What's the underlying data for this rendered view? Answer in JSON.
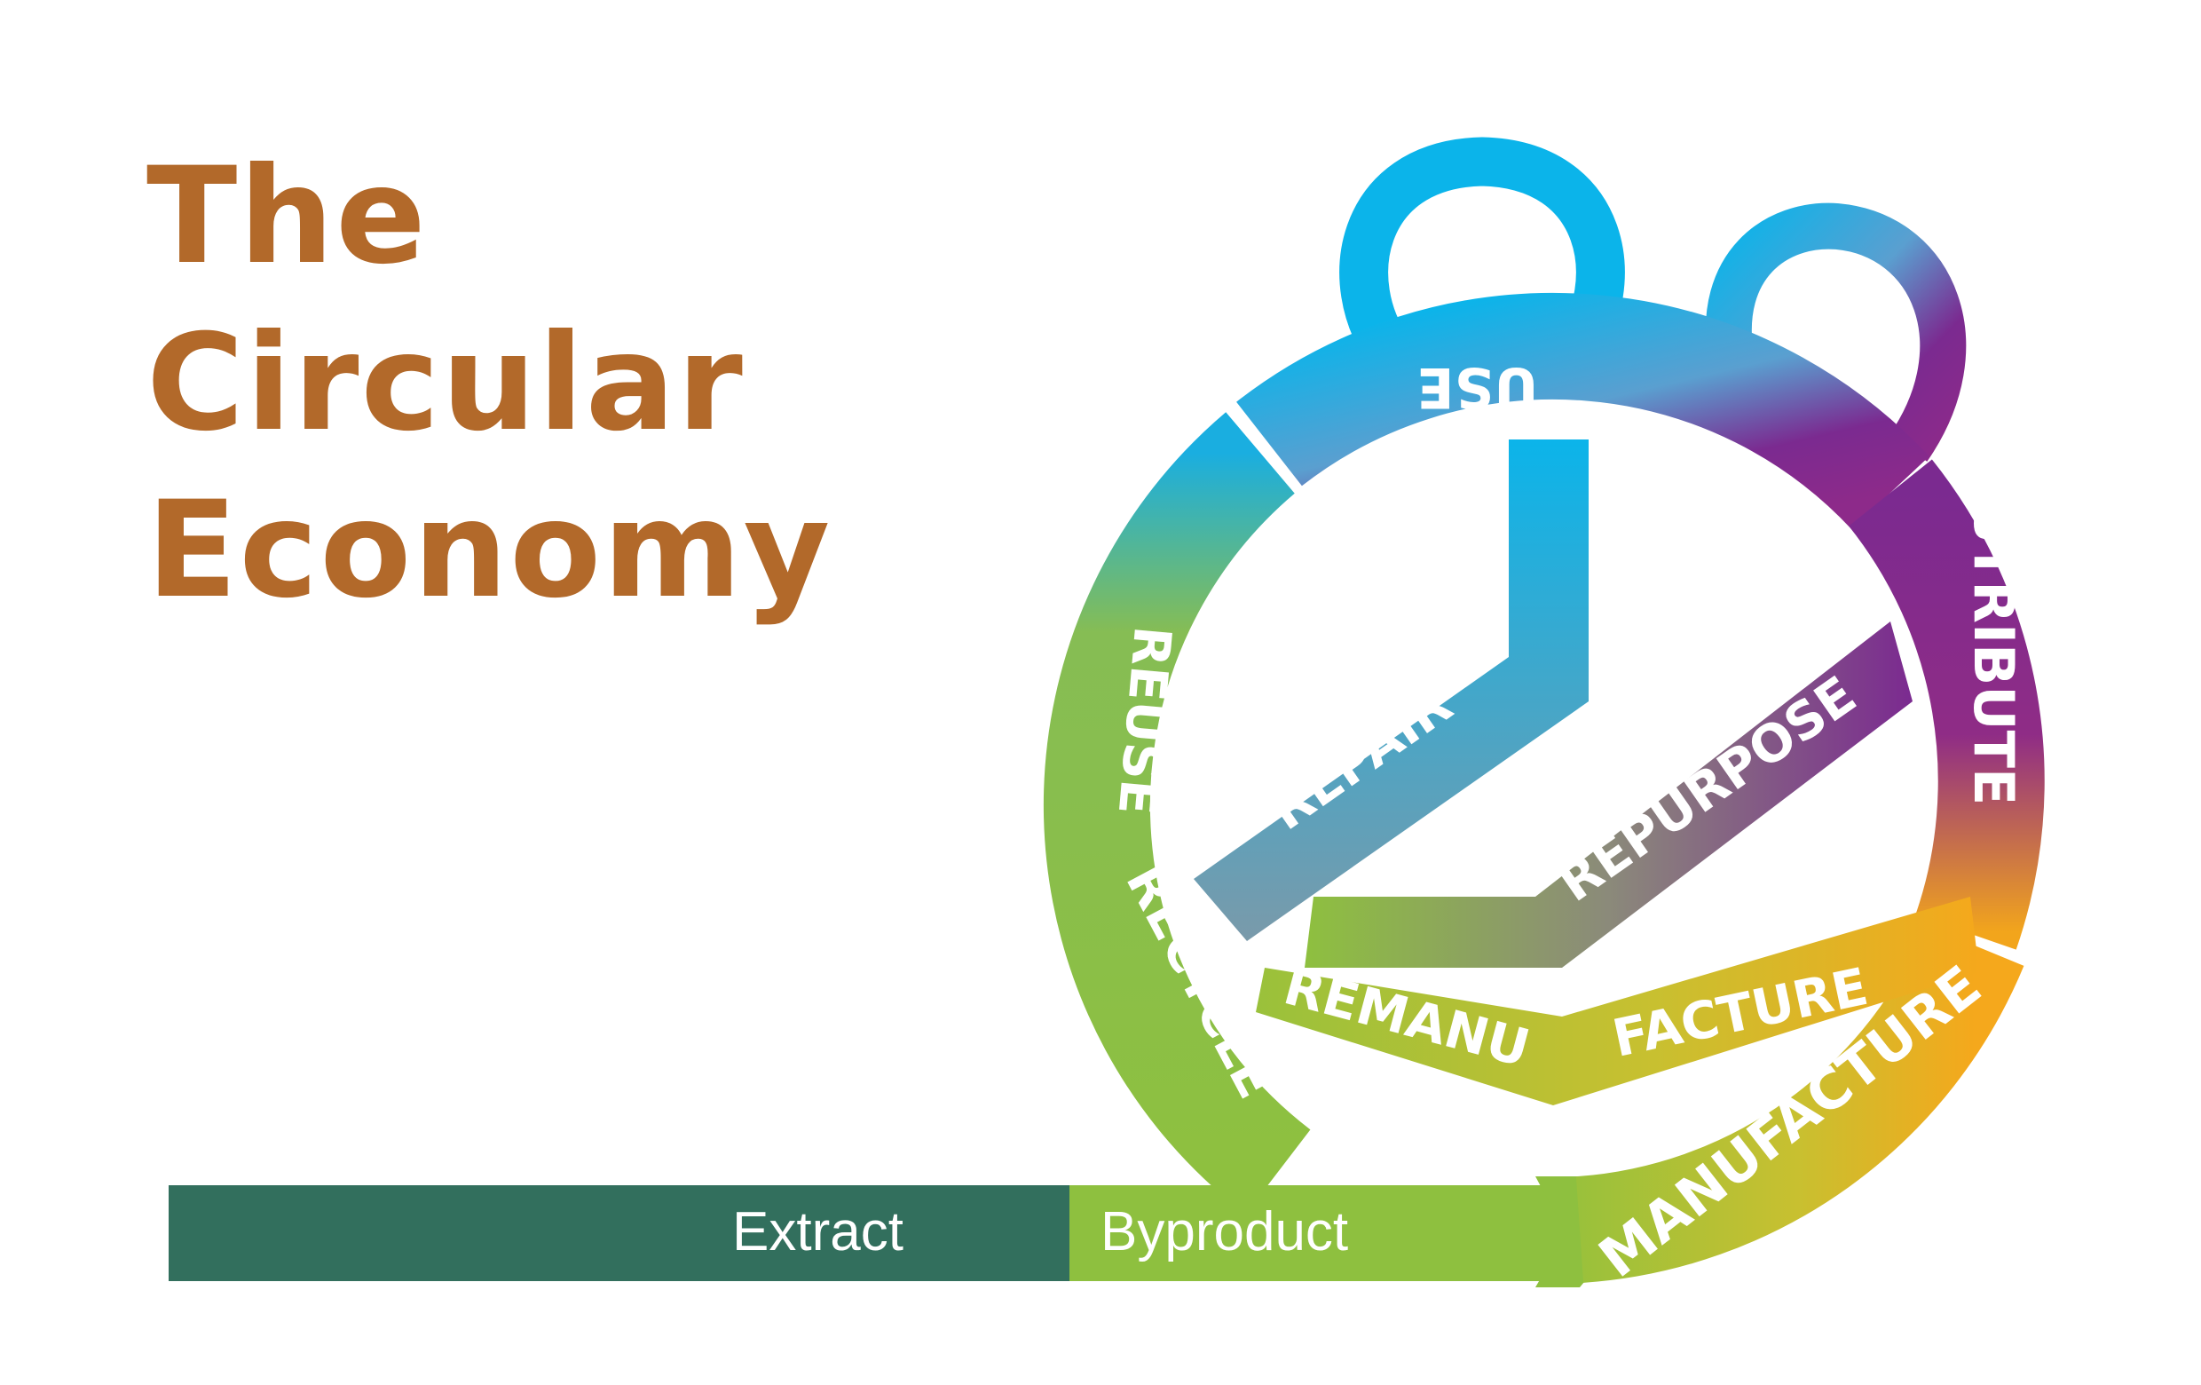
{
  "title": {
    "line1": "The",
    "line2": "Circular",
    "line3": "Economy"
  },
  "labels": {
    "use": "USE",
    "distribute": "DISTRIBUTE",
    "manufacture": "MANUFACTURE",
    "reuse": "REUSE",
    "recycle": "RECYCLE",
    "repair": "REPAIR",
    "repurpose": "REPURPOSE",
    "remanufacture_left": "REMANU",
    "remanufacture_right": "FACTURE"
  },
  "bar": {
    "extract": "Extract",
    "byproduct": "Byproduct"
  },
  "colors": {
    "title": "#b2692a",
    "extract_bar": "#326f5d",
    "green": "#8ec03f",
    "blue": "#0bb4ea",
    "purple": "#7b2a90",
    "orange": "#f5a81c"
  }
}
